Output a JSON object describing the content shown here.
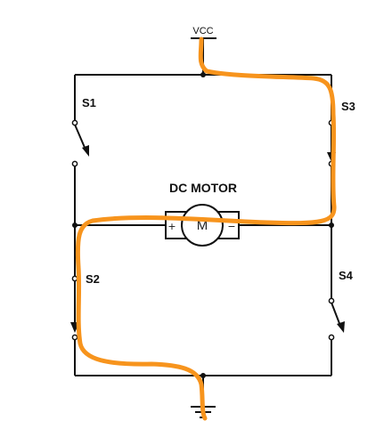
{
  "labels": {
    "vcc": "VCC",
    "motor_title": "DC MOTOR",
    "motor_symbol": "M",
    "plus": "+",
    "minus": "−",
    "s1": "S1",
    "s2": "S2",
    "s3": "S3",
    "s4": "S4"
  },
  "colors": {
    "wire": "#111111",
    "current_path": "#f7941d",
    "motor_fill": "#ffffff"
  },
  "switches": {
    "s1": "open",
    "s2": "closed",
    "s3": "closed",
    "s4": "open"
  }
}
